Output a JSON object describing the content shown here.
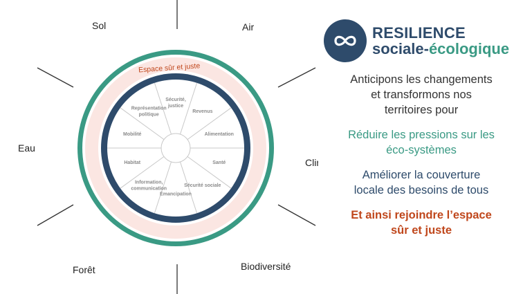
{
  "outer_labels": [
    "Sol",
    "Air",
    "Climat",
    "Biodiversité",
    "Forêt",
    "Eau"
  ],
  "ring_title": "Espace sûr et juste",
  "sectors": [
    [
      "Revenus"
    ],
    [
      "Alimentation"
    ],
    [
      "Santé"
    ],
    [
      "Sécurité sociale"
    ],
    [
      "Emancipation"
    ],
    [
      "Information,",
      "communication"
    ],
    [
      "Habitat"
    ],
    [
      "Mobilité"
    ],
    [
      "Représentation",
      "politique"
    ],
    [
      "Sécurité,",
      "justice"
    ]
  ],
  "logo": {
    "line1": "RESILIENCE",
    "line2_a": "sociale-",
    "line2_b": "écologique",
    "icon": "infinity-icon"
  },
  "texts": {
    "intro": [
      "Anticipons les changements",
      "et transformons nos",
      "territoires pour"
    ],
    "green": [
      "Réduire les pressions sur les",
      "éco-systèmes"
    ],
    "blue": [
      "Améliorer la couverture",
      "locale des besoins de tous"
    ],
    "orange": [
      "Et ainsi rejoindre l’espace",
      "sûr et juste"
    ]
  },
  "colors": {
    "outer_ring": "#3a9a84",
    "safe_space": "#fbe6e2",
    "inner_ring": "#2e4b6b",
    "accent_orange": "#c0471c",
    "accent_green": "#3a9a84",
    "accent_blue": "#2e4b6b"
  }
}
